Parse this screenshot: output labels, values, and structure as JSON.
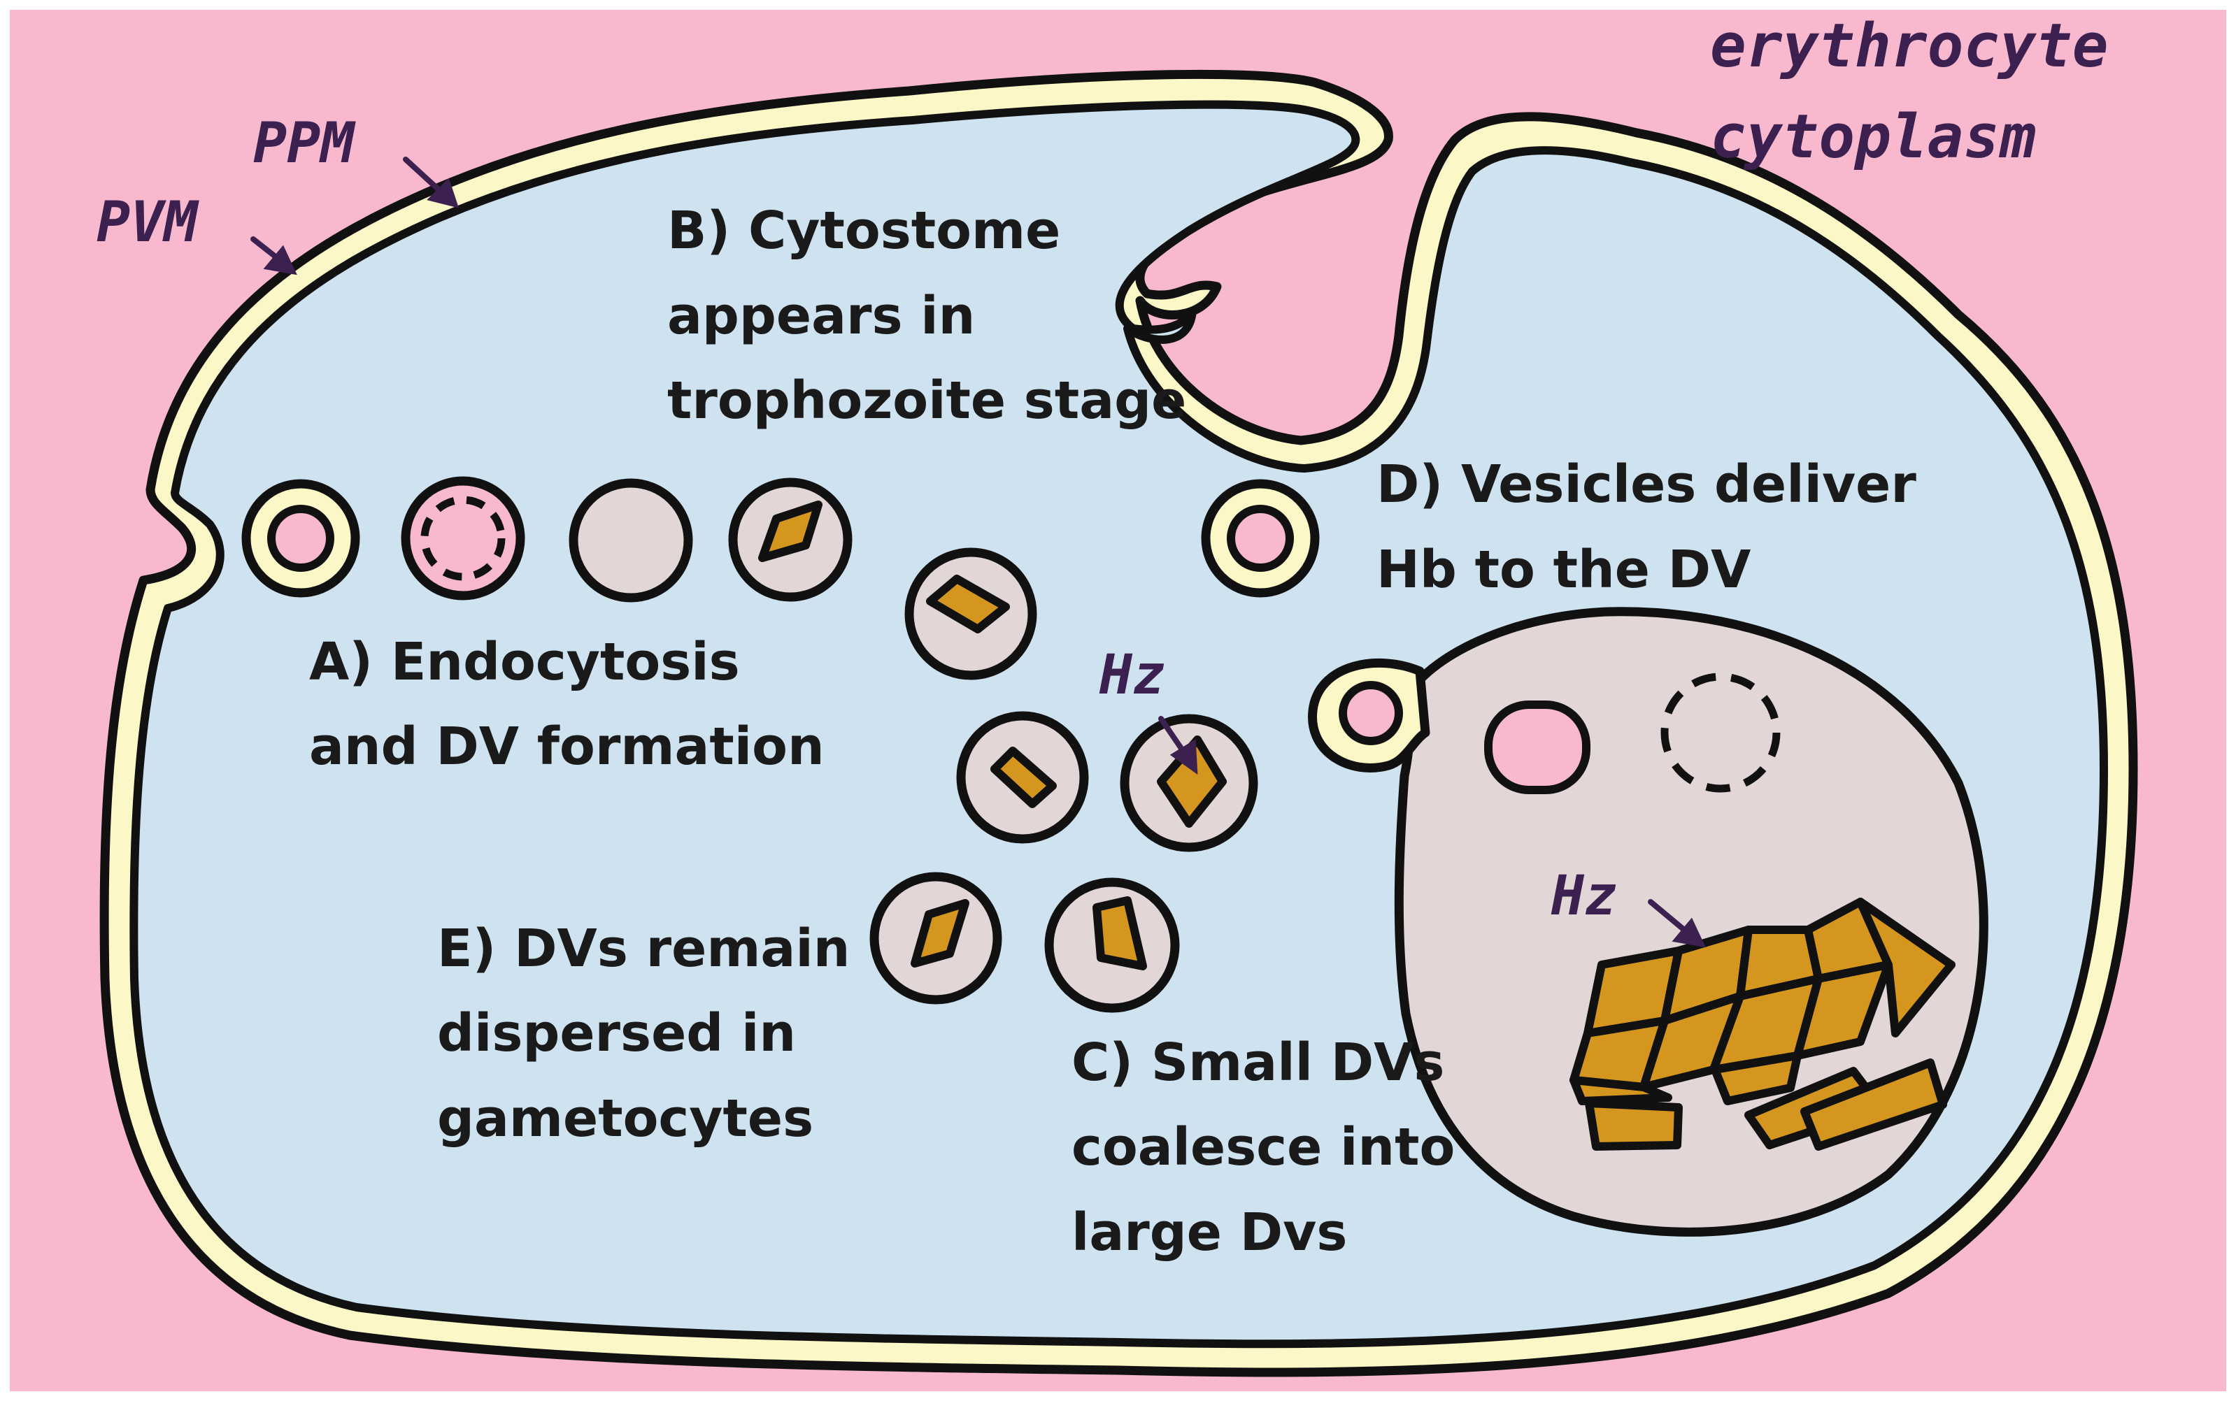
{
  "labels": {
    "erythrocyte_line1": "erythrocyte",
    "erythrocyte_line2": "cytoplasm",
    "ppm": "PPM",
    "pvm": "PVM",
    "hz_small": "Hz",
    "hz_large": "Hz"
  },
  "steps": {
    "a": [
      "A) Endocytosis",
      "and DV formation"
    ],
    "b": [
      "B) Cytostome",
      "appears in",
      "trophozoite stage"
    ],
    "c": [
      "C) Small DVs",
      "coalesce into",
      "large Dvs"
    ],
    "d": [
      "D) Vesicles deliver",
      "Hb to the DV"
    ],
    "e": [
      "E) DVs remain",
      "dispersed in",
      "gametocytes"
    ]
  },
  "colors": {
    "erythrocyte_cytoplasm": "#f8b9cf",
    "parasite_cytoplasm": "#cfe2f0",
    "membrane_band": "#fbf7c6",
    "digestive_vacuole": "#e2d6d6",
    "hemozoin": "#d4961e",
    "label_accent": "#3c2150"
  }
}
